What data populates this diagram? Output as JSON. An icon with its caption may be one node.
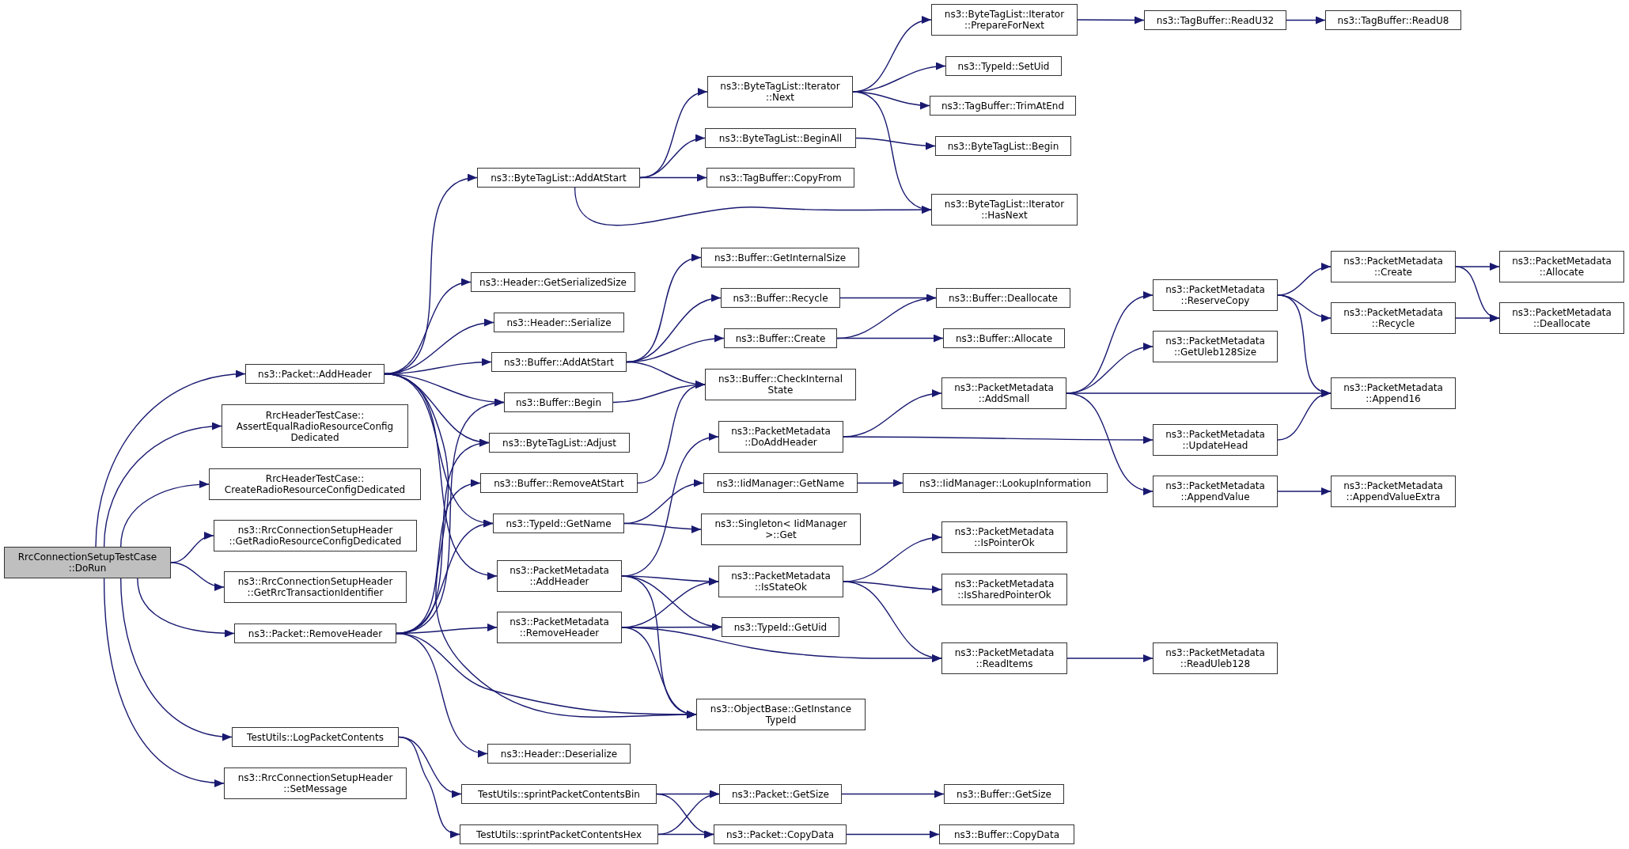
{
  "diagram": {
    "nodes": [
      {
        "text": [
          "RrcConnectionSetupTestCase ::DoRun"
        ]
      },
      {
        "text": [
          "ns3::Packet::AddHeader"
        ]
      },
      {
        "text": [
          "RrcHeaderTestCase:: AssertEqualRadioResourceConfig Dedicated"
        ]
      },
      {
        "text": [
          "RrcHeaderTestCase:: CreateRadioResourceConfigDedicated"
        ]
      },
      {
        "text": [
          "ns3::RrcConnectionSetupHeader ::GetRadioResourceConfigDedicated"
        ]
      },
      {
        "text": [
          "ns3::RrcConnectionSetupHeader ::GetRrcTransactionIdentifier"
        ]
      },
      {
        "text": [
          "ns3::Packet::RemoveHeader"
        ]
      },
      {
        "text": [
          "TestUtils::LogPacketContents"
        ]
      },
      {
        "text": [
          "ns3::RrcConnectionSetupHeader ::SetMessage"
        ]
      },
      {
        "text": [
          "ns3::ByteTagList::AddAtStart"
        ]
      },
      {
        "text": [
          "ns3::Header::GetSerializedSize"
        ]
      },
      {
        "text": [
          "ns3::Header::Serialize"
        ]
      },
      {
        "text": [
          "ns3::Buffer::AddAtStart"
        ]
      },
      {
        "text": [
          "ns3::Buffer::Begin"
        ]
      },
      {
        "text": [
          "ns3::ByteTagList::Adjust"
        ]
      },
      {
        "text": [
          "ns3::Buffer::RemoveAtStart"
        ]
      },
      {
        "text": [
          "ns3::TypeId::GetName"
        ]
      },
      {
        "text": [
          "ns3::PacketMetadata ::AddHeader"
        ]
      },
      {
        "text": [
          "ns3::PacketMetadata ::RemoveHeader"
        ]
      },
      {
        "text": [
          "ns3::Header::Deserialize"
        ]
      },
      {
        "text": [
          "TestUtils::sprintPacketContentsBin"
        ]
      },
      {
        "text": [
          "TestUtils::sprintPacketContentsHex"
        ]
      },
      {
        "text": [
          "ns3::ByteTagList::Iterator ::Next"
        ]
      },
      {
        "text": [
          "ns3::ByteTagList::BeginAll"
        ]
      },
      {
        "text": [
          "ns3::TagBuffer::CopyFrom"
        ]
      },
      {
        "text": [
          "ns3::Buffer::GetInternalSize"
        ]
      },
      {
        "text": [
          "ns3::Buffer::Recycle"
        ]
      },
      {
        "text": [
          "ns3::Buffer::Create"
        ]
      },
      {
        "text": [
          "ns3::Buffer::CheckInternal State"
        ]
      },
      {
        "text": [
          "ns3::PacketMetadata ::DoAddHeader"
        ]
      },
      {
        "text": [
          "ns3::IidManager::GetName"
        ]
      },
      {
        "text": [
          "ns3::Singleton< IidManager >::Get"
        ]
      },
      {
        "text": [
          "ns3::PacketMetadata ::IsStateOk"
        ]
      },
      {
        "text": [
          "ns3::TypeId::GetUid"
        ]
      },
      {
        "text": [
          "ns3::ObjectBase::GetInstance TypeId"
        ]
      },
      {
        "text": [
          "ns3::Packet::GetSize"
        ]
      },
      {
        "text": [
          "ns3::Packet::CopyData"
        ]
      },
      {
        "text": [
          "ns3::ByteTagList::Iterator ::PrepareForNext"
        ]
      },
      {
        "text": [
          "ns3::TypeId::SetUid"
        ]
      },
      {
        "text": [
          "ns3::TagBuffer::TrimAtEnd"
        ]
      },
      {
        "text": [
          "ns3::ByteTagList::Begin"
        ]
      },
      {
        "text": [
          "ns3::ByteTagList::Iterator ::HasNext"
        ]
      },
      {
        "text": [
          "ns3::Buffer::Deallocate"
        ]
      },
      {
        "text": [
          "ns3::Buffer::Allocate"
        ]
      },
      {
        "text": [
          "ns3::PacketMetadata ::AddSmall"
        ]
      },
      {
        "text": [
          "ns3::IidManager::LookupInformation"
        ]
      },
      {
        "text": [
          "ns3::PacketMetadata ::IsPointerOk"
        ]
      },
      {
        "text": [
          "ns3::PacketMetadata ::IsSharedPointerOk"
        ]
      },
      {
        "text": [
          "ns3::PacketMetadata ::ReadItems"
        ]
      },
      {
        "text": [
          "ns3::Buffer::GetSize"
        ]
      },
      {
        "text": [
          "ns3::Buffer::CopyData"
        ]
      },
      {
        "text": [
          "ns3::TagBuffer::ReadU32"
        ]
      },
      {
        "text": [
          "ns3::TagBuffer::ReadU8"
        ]
      },
      {
        "text": [
          "ns3::PacketMetadata ::ReserveCopy"
        ]
      },
      {
        "text": [
          "ns3::PacketMetadata ::GetUleb128Size"
        ]
      },
      {
        "text": [
          "ns3::PacketMetadata ::UpdateHead"
        ]
      },
      {
        "text": [
          "ns3::PacketMetadata ::AppendValue"
        ]
      },
      {
        "text": [
          "ns3::PacketMetadata ::ReadUleb128"
        ]
      },
      {
        "text": [
          "ns3::PacketMetadata ::Append16"
        ]
      },
      {
        "text": [
          "ns3::PacketMetadata ::AppendValueExtra"
        ]
      },
      {
        "text": [
          "ns3::PacketMetadata ::Create"
        ]
      },
      {
        "text": [
          "ns3::PacketMetadata ::Recycle"
        ]
      },
      {
        "text": [
          "ns3::PacketMetadata ::Allocate"
        ]
      },
      {
        "text": [
          "ns3::PacketMetadata ::Deallocate"
        ]
      }
    ],
    "edges": [
      {
        "from": 0,
        "to": 1,
        "arrow": "to"
      },
      {
        "from": 0,
        "to": 2,
        "arrow": "to"
      },
      {
        "from": 0,
        "to": 3,
        "arrow": "to"
      },
      {
        "from": 0,
        "to": 4,
        "arrow": "to"
      },
      {
        "from": 0,
        "to": 5,
        "arrow": "to"
      },
      {
        "from": 0,
        "to": 6,
        "arrow": "to"
      },
      {
        "from": 0,
        "to": 7,
        "arrow": "to"
      },
      {
        "from": 0,
        "to": 8,
        "arrow": "to"
      },
      {
        "from": 1,
        "to": 9,
        "arrow": "to"
      },
      {
        "from": 1,
        "to": 10,
        "arrow": "to"
      },
      {
        "from": 1,
        "to": 11,
        "arrow": "to"
      },
      {
        "from": 1,
        "to": 12,
        "arrow": "to"
      },
      {
        "from": 1,
        "to": 13,
        "arrow": "to"
      },
      {
        "from": 1,
        "to": 14,
        "arrow": "to"
      },
      {
        "from": 1,
        "to": 16,
        "arrow": "to"
      },
      {
        "from": 1,
        "to": 17,
        "arrow": "to"
      },
      {
        "from": 1,
        "to": 34,
        "arrow": "to"
      },
      {
        "from": 6,
        "to": 13,
        "arrow": "to"
      },
      {
        "from": 6,
        "to": 14,
        "arrow": "to"
      },
      {
        "from": 6,
        "to": 15,
        "arrow": "to"
      },
      {
        "from": 6,
        "to": 16,
        "arrow": "to"
      },
      {
        "from": 6,
        "to": 18,
        "arrow": "to"
      },
      {
        "from": 6,
        "to": 34,
        "arrow": "to"
      },
      {
        "from": 6,
        "to": 19,
        "arrow": "to"
      },
      {
        "from": 7,
        "to": 20,
        "arrow": "to"
      },
      {
        "from": 7,
        "to": 21,
        "arrow": "to"
      },
      {
        "from": 9,
        "to": 22,
        "arrow": "to"
      },
      {
        "from": 9,
        "to": 23,
        "arrow": "to"
      },
      {
        "from": 9,
        "to": 24,
        "arrow": "to"
      },
      {
        "from": 9,
        "to": 41,
        "arrow": "to"
      },
      {
        "from": 12,
        "to": 25,
        "arrow": "to"
      },
      {
        "from": 12,
        "to": 26,
        "arrow": "to"
      },
      {
        "from": 12,
        "to": 27,
        "arrow": "to"
      },
      {
        "from": 12,
        "to": 28,
        "arrow": "to"
      },
      {
        "from": 13,
        "to": 28,
        "arrow": "to"
      },
      {
        "from": 15,
        "to": 28,
        "arrow": "to"
      },
      {
        "from": 16,
        "to": 30,
        "arrow": "to"
      },
      {
        "from": 16,
        "to": 31,
        "arrow": "to"
      },
      {
        "from": 17,
        "to": 29,
        "arrow": "to"
      },
      {
        "from": 17,
        "to": 32,
        "arrow": "to"
      },
      {
        "from": 17,
        "to": 33,
        "arrow": "to"
      },
      {
        "from": 17,
        "to": 34,
        "arrow": "to"
      },
      {
        "from": 18,
        "to": 32,
        "arrow": "to"
      },
      {
        "from": 18,
        "to": 33,
        "arrow": "to"
      },
      {
        "from": 18,
        "to": 48,
        "arrow": "to"
      },
      {
        "from": 18,
        "to": 34,
        "arrow": "to"
      },
      {
        "from": 20,
        "to": 35,
        "arrow": "to"
      },
      {
        "from": 20,
        "to": 36,
        "arrow": "to"
      },
      {
        "from": 21,
        "to": 35,
        "arrow": "to"
      },
      {
        "from": 21,
        "to": 36,
        "arrow": "to"
      },
      {
        "from": 22,
        "to": 37,
        "arrow": "to"
      },
      {
        "from": 22,
        "to": 38,
        "arrow": "to"
      },
      {
        "from": 22,
        "to": 39,
        "arrow": "to"
      },
      {
        "from": 22,
        "to": 41,
        "arrow": "to"
      },
      {
        "from": 23,
        "to": 40,
        "arrow": "to"
      },
      {
        "from": 26,
        "to": 42,
        "arrow": "to"
      },
      {
        "from": 27,
        "to": 42,
        "arrow": "to"
      },
      {
        "from": 27,
        "to": 43,
        "arrow": "to"
      },
      {
        "from": 29,
        "to": 44,
        "arrow": "to"
      },
      {
        "from": 29,
        "to": 55,
        "arrow": "to"
      },
      {
        "from": 30,
        "to": 45,
        "arrow": "to"
      },
      {
        "from": 32,
        "to": 46,
        "arrow": "to"
      },
      {
        "from": 32,
        "to": 47,
        "arrow": "to"
      },
      {
        "from": 32,
        "to": 48,
        "arrow": "to"
      },
      {
        "from": 35,
        "to": 49,
        "arrow": "to"
      },
      {
        "from": 36,
        "to": 50,
        "arrow": "to"
      },
      {
        "from": 37,
        "to": 51,
        "arrow": "to"
      },
      {
        "from": 51,
        "to": 52,
        "arrow": "to"
      },
      {
        "from": 44,
        "to": 53,
        "arrow": "to"
      },
      {
        "from": 44,
        "to": 54,
        "arrow": "to"
      },
      {
        "from": 44,
        "to": 58,
        "arrow": "to"
      },
      {
        "from": 44,
        "to": 56,
        "arrow": "to"
      },
      {
        "from": 48,
        "to": 57,
        "arrow": "to"
      },
      {
        "from": 53,
        "to": 60,
        "arrow": "to"
      },
      {
        "from": 53,
        "to": 61,
        "arrow": "to"
      },
      {
        "from": 53,
        "to": 58,
        "arrow": "to"
      },
      {
        "from": 55,
        "to": 58,
        "arrow": "to"
      },
      {
        "from": 56,
        "to": 59,
        "arrow": "to"
      },
      {
        "from": 60,
        "to": 62,
        "arrow": "to"
      },
      {
        "from": 60,
        "to": 63,
        "arrow": "to"
      },
      {
        "from": 61,
        "to": 63,
        "arrow": "to"
      }
    ]
  }
}
